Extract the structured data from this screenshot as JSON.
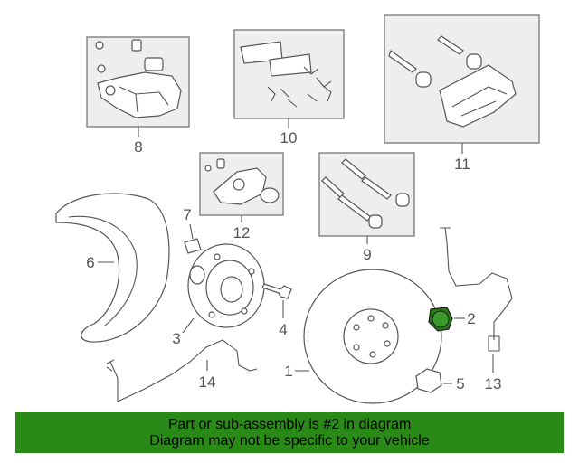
{
  "callouts": {
    "c1": "1",
    "c2": "2",
    "c3": "3",
    "c4": "4",
    "c5": "5",
    "c6": "6",
    "c7": "7",
    "c8": "8",
    "c9": "9",
    "c10": "10",
    "c11": "11",
    "c12": "12",
    "c13": "13",
    "c14": "14"
  },
  "highlight_color": "#2a7a1a",
  "banner": {
    "line1": "Part or sub-assembly is #2 in diagram",
    "line2": "Diagram may not be specific to your vehicle",
    "background": "#2a8a18"
  }
}
